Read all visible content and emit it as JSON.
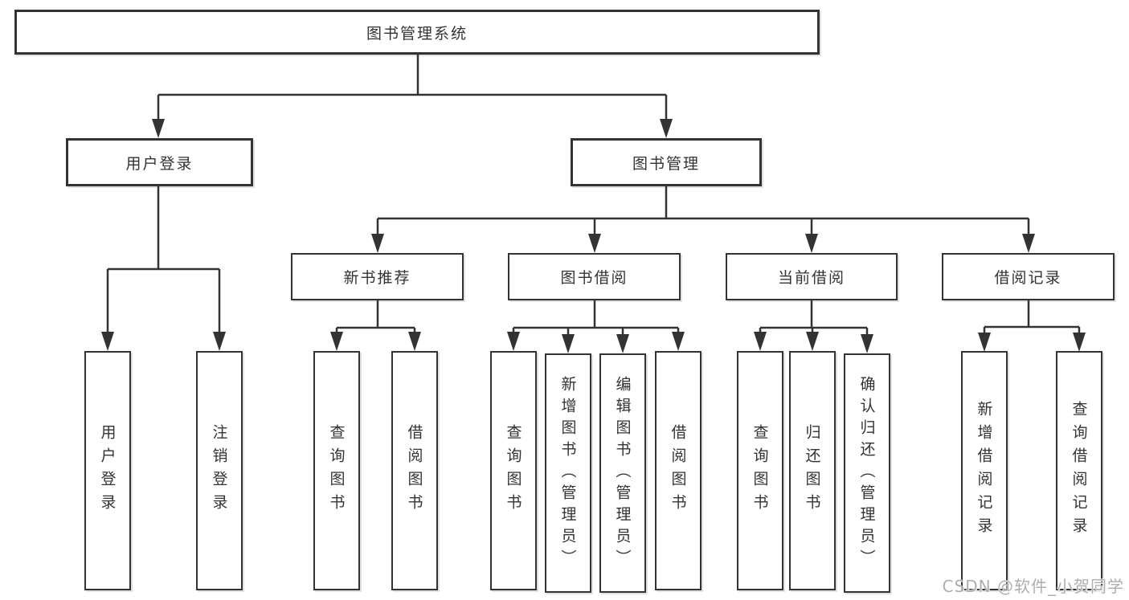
{
  "colors": {
    "line": "#333333",
    "text": "#333333",
    "background": "#ffffff",
    "watermark": "#aeaeae"
  },
  "watermark": {
    "text": "CSDN @软件_小贺同学"
  },
  "tree": {
    "label": "图书管理系统",
    "children": [
      {
        "label": "用户登录",
        "children": [
          {
            "label": "用户登录"
          },
          {
            "label": "注销登录"
          }
        ]
      },
      {
        "label": "图书管理",
        "children": [
          {
            "label": "新书推荐",
            "children": [
              {
                "label": "查询图书"
              },
              {
                "label": "借阅图书"
              }
            ]
          },
          {
            "label": "图书借阅",
            "children": [
              {
                "label": "查询图书"
              },
              {
                "label": "新增图书（管理员）"
              },
              {
                "label": "编辑图书（管理员）"
              },
              {
                "label": "借阅图书"
              }
            ]
          },
          {
            "label": "当前借阅",
            "children": [
              {
                "label": "查询图书"
              },
              {
                "label": "归还图书"
              },
              {
                "label": "确认归还（管理员）"
              }
            ]
          },
          {
            "label": "借阅记录",
            "children": [
              {
                "label": "新增借阅记录"
              },
              {
                "label": "查询借阅记录"
              }
            ]
          }
        ]
      }
    ]
  }
}
